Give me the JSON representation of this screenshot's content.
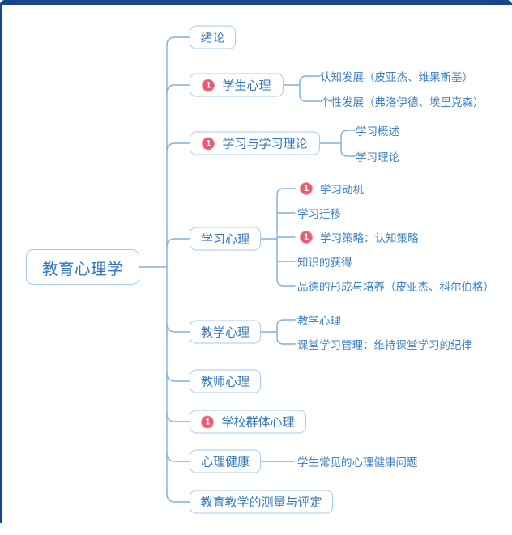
{
  "colors": {
    "frame": "#18468c",
    "node_border": "#a6cbec",
    "node_text": "#3377b9",
    "subtopic_text": "#3e82c4",
    "connector": "#7fafdf",
    "badge_background": "#ec5a72",
    "badge_text": "#ffffff"
  },
  "mindmap": {
    "root": {
      "label": "教育心理学"
    },
    "branches": [
      {
        "label": "绪论",
        "children": []
      },
      {
        "label": "学生心理",
        "badge": "1",
        "children": [
          {
            "label": "认知发展（皮亚杰、维果斯基）"
          },
          {
            "label": "个性发展（弗洛伊德、埃里克森）"
          }
        ]
      },
      {
        "label": "学习与学习理论",
        "badge": "1",
        "children": [
          {
            "label": "学习概述"
          },
          {
            "label": "学习理论"
          }
        ]
      },
      {
        "label": "学习心理",
        "children": [
          {
            "label": "学习动机",
            "badge": "1"
          },
          {
            "label": "学习迁移"
          },
          {
            "label": "学习策略：认知策略",
            "badge": "1"
          },
          {
            "label": "知识的获得"
          },
          {
            "label": "品德的形成与培养（皮亚杰、科尔伯格）"
          }
        ]
      },
      {
        "label": "教学心理",
        "children": [
          {
            "label": "教学心理"
          },
          {
            "label": "课堂学习管理：维持课堂学习的纪律"
          }
        ]
      },
      {
        "label": "教师心理",
        "children": []
      },
      {
        "label": "学校群体心理",
        "badge": "1",
        "children": []
      },
      {
        "label": "心理健康",
        "children": [
          {
            "label": "学生常见的心理健康问题"
          }
        ]
      },
      {
        "label": "教育教学的测量与评定",
        "children": []
      }
    ]
  }
}
